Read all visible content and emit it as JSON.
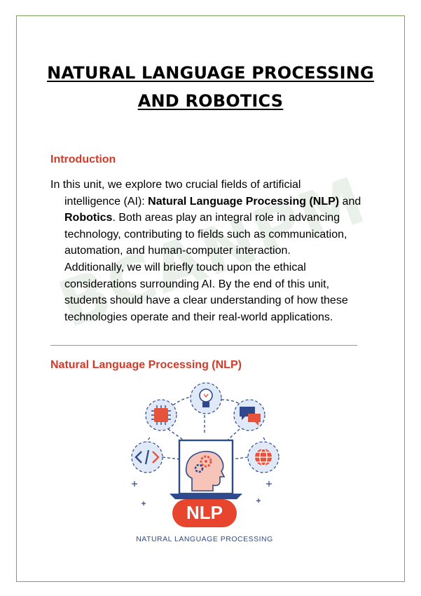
{
  "document": {
    "title_line1": "NATURAL LANGUAGE PROCESSING",
    "title_line2": "AND ROBOTICS",
    "watermark": "BCANPM",
    "intro": {
      "heading": "Introduction",
      "line1": "In this unit, we explore two crucial fields of artificial",
      "line2_pre": "intelligence (AI): ",
      "line2_bold": "Natural Language Processing (NLP)",
      "line2_post": " and",
      "line3_bold": "Robotics",
      "line3_post": ". Both areas play an integral role in advancing",
      "line4": "technology, contributing to fields such as communication,",
      "line5": "automation, and human-computer interaction.",
      "line6": "Additionally, we will briefly touch upon the ethical",
      "line7": "considerations surrounding AI. By the end of this unit,",
      "line8": "students should have a clear understanding of how these",
      "line9": "technologies operate and their real-world applications."
    },
    "nlp_section": {
      "heading": "Natural Language Processing (NLP)",
      "image_badge": "NLP",
      "image_caption": "NATURAL LANGUAGE PROCESSING"
    },
    "colors": {
      "heading_red": "#d03b2a",
      "border_green": "#7aa35c",
      "icon_circle": "#dfe9f7",
      "icon_dash": "#2e4a8c"
    }
  }
}
